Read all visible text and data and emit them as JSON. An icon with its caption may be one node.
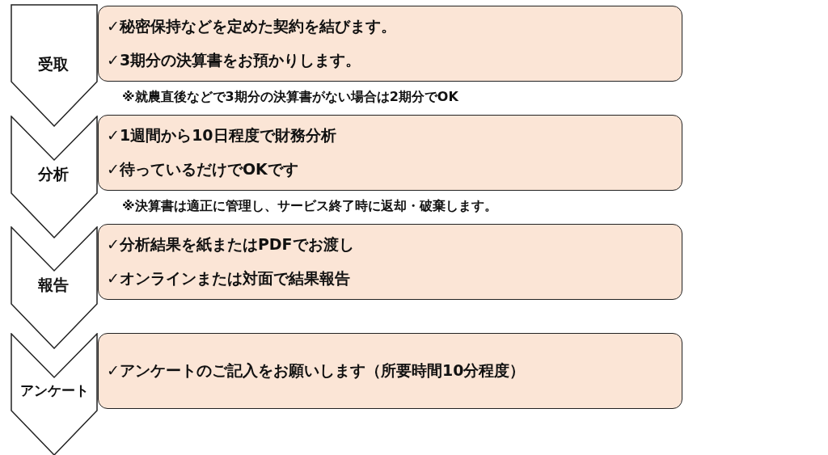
{
  "diagram": {
    "nodes": [
      {
        "text": [
          "受取"
        ]
      },
      {
        "text": [
          "✓秘密保持などを定めた契約を結びます。",
          "✓3期分の決算書をお預かりします。"
        ],
        "beside": [
          "※就農直後などで3期分の決算書がない場合は2期分でOK"
        ]
      },
      {
        "text": [
          "分析"
        ]
      },
      {
        "text": [
          "✓1週間から10日程度で財務分析",
          "✓待っているだけでOKです"
        ],
        "beside": [
          "※決算書は適正に管理し、サービス終了時に返却・破棄します。"
        ]
      },
      {
        "text": [
          "報告"
        ]
      },
      {
        "text": [
          "✓分析結果を紙またはPDFでお渡し",
          "✓オンラインまたは対面で結果報告"
        ]
      },
      {
        "text": [
          "アンケート"
        ]
      },
      {
        "text": [
          "✓アンケートのご記入をお願いします（所要時間10分程度）"
        ]
      }
    ]
  }
}
